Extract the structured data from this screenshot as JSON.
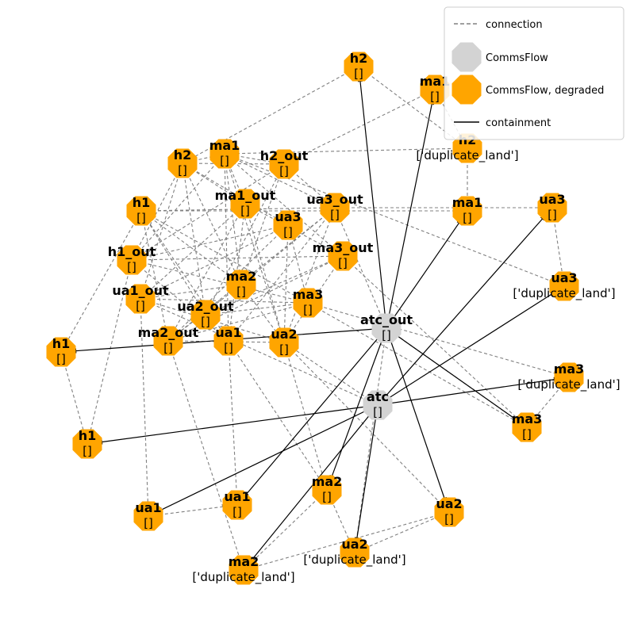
{
  "colors": {
    "normal": "#d3d3d3",
    "degraded": "#ffa500",
    "connection": "#808080",
    "containment": "#000000"
  },
  "legend": [
    {
      "kind": "dashed",
      "label": "connection"
    },
    {
      "kind": "normal",
      "label": "CommsFlow"
    },
    {
      "kind": "degraded",
      "label": "CommsFlow, degraded"
    },
    {
      "kind": "solid",
      "label": "containment"
    }
  ],
  "nodes": [
    {
      "id": "h2_top",
      "name": "h2",
      "sub": "[]",
      "status": "degraded"
    },
    {
      "id": "ma1_top",
      "name": "ma1",
      "sub": "[]",
      "status": "degraded"
    },
    {
      "id": "h2_dup",
      "name": "h2",
      "sub": "['duplicate_land']",
      "status": "degraded"
    },
    {
      "id": "h2_a",
      "name": "h2",
      "sub": "[]",
      "status": "degraded"
    },
    {
      "id": "ma1_a",
      "name": "ma1",
      "sub": "[]",
      "status": "degraded"
    },
    {
      "id": "h2_out",
      "name": "h2_out",
      "sub": "[]",
      "status": "degraded"
    },
    {
      "id": "h1_a",
      "name": "h1",
      "sub": "[]",
      "status": "degraded"
    },
    {
      "id": "ma1_out",
      "name": "ma1_out",
      "sub": "[]",
      "status": "degraded"
    },
    {
      "id": "ua3_out",
      "name": "ua3_out",
      "sub": "[]",
      "status": "degraded"
    },
    {
      "id": "ua3_a",
      "name": "ua3",
      "sub": "[]",
      "status": "degraded"
    },
    {
      "id": "ma1_r",
      "name": "ma1",
      "sub": "[]",
      "status": "degraded"
    },
    {
      "id": "ua3_r",
      "name": "ua3",
      "sub": "[]",
      "status": "degraded"
    },
    {
      "id": "h1_out",
      "name": "h1_out",
      "sub": "[]",
      "status": "degraded"
    },
    {
      "id": "ma3_out",
      "name": "ma3_out",
      "sub": "[]",
      "status": "degraded"
    },
    {
      "id": "ma2_a",
      "name": "ma2",
      "sub": "[]",
      "status": "degraded"
    },
    {
      "id": "ua3_dup",
      "name": "ua3",
      "sub": "['duplicate_land']",
      "status": "degraded"
    },
    {
      "id": "ua1_out",
      "name": "ua1_out",
      "sub": "[]",
      "status": "degraded"
    },
    {
      "id": "ma3_a",
      "name": "ma3",
      "sub": "[]",
      "status": "degraded"
    },
    {
      "id": "ua2_out",
      "name": "ua2_out",
      "sub": "[]",
      "status": "degraded"
    },
    {
      "id": "atc_out",
      "name": "atc_out",
      "sub": "[]",
      "status": "normal"
    },
    {
      "id": "ma2_out",
      "name": "ma2_out",
      "sub": "[]",
      "status": "degraded"
    },
    {
      "id": "ua1_a",
      "name": "ua1",
      "sub": "[]",
      "status": "degraded"
    },
    {
      "id": "ua2_a",
      "name": "ua2",
      "sub": "[]",
      "status": "degraded"
    },
    {
      "id": "h1_l",
      "name": "h1",
      "sub": "[]",
      "status": "degraded"
    },
    {
      "id": "ma3_dup",
      "name": "ma3",
      "sub": "['duplicate_land']",
      "status": "degraded"
    },
    {
      "id": "atc",
      "name": "atc",
      "sub": "[]",
      "status": "normal"
    },
    {
      "id": "ma3_r",
      "name": "ma3",
      "sub": "[]",
      "status": "degraded"
    },
    {
      "id": "h1_b",
      "name": "h1",
      "sub": "[]",
      "status": "degraded"
    },
    {
      "id": "ma2_b",
      "name": "ma2",
      "sub": "[]",
      "status": "degraded"
    },
    {
      "id": "ua1_b",
      "name": "ua1",
      "sub": "[]",
      "status": "degraded"
    },
    {
      "id": "ua1_c",
      "name": "ua1",
      "sub": "[]",
      "status": "degraded"
    },
    {
      "id": "ua2_b",
      "name": "ua2",
      "sub": "[]",
      "status": "degraded"
    },
    {
      "id": "ua2_dup",
      "name": "ua2",
      "sub": "['duplicate_land']",
      "status": "degraded"
    },
    {
      "id": "ma2_dup",
      "name": "ma2",
      "sub": "['duplicate_land']",
      "status": "degraded"
    }
  ],
  "edges": {
    "containment": [
      [
        "atc_out",
        "h2_top"
      ],
      [
        "atc_out",
        "ma1_top"
      ],
      [
        "atc_out",
        "ma1_r"
      ],
      [
        "atc_out",
        "h1_l"
      ],
      [
        "atc_out",
        "ma3_r"
      ],
      [
        "atc_out",
        "ua1_c"
      ],
      [
        "atc_out",
        "ma2_b"
      ],
      [
        "atc_out",
        "ua2_b"
      ],
      [
        "atc",
        "ua3_r"
      ],
      [
        "atc",
        "ua3_dup"
      ],
      [
        "atc",
        "ma3_dup"
      ],
      [
        "atc",
        "h1_b"
      ],
      [
        "atc",
        "ua1_b"
      ],
      [
        "atc",
        "ua2_dup"
      ],
      [
        "atc",
        "ma2_dup"
      ]
    ],
    "connection": [
      [
        "h2_top",
        "h2_dup"
      ],
      [
        "h2_top",
        "h2_a"
      ],
      [
        "ma1_top",
        "h2_dup"
      ],
      [
        "ma1_top",
        "h2_out"
      ],
      [
        "h2_dup",
        "ma1_r"
      ],
      [
        "h2_dup",
        "ma1_a"
      ],
      [
        "h2_a",
        "ma1_a"
      ],
      [
        "h2_a",
        "h2_out"
      ],
      [
        "h2_a",
        "ma1_out"
      ],
      [
        "h2_a",
        "ua3_a"
      ],
      [
        "h2_a",
        "h1_out"
      ],
      [
        "h2_a",
        "ma2_a"
      ],
      [
        "h2_a",
        "ua2_out"
      ],
      [
        "ma1_a",
        "h2_out"
      ],
      [
        "ma1_a",
        "ma1_out"
      ],
      [
        "ma1_a",
        "ua3_out"
      ],
      [
        "ma1_a",
        "ma3_out"
      ],
      [
        "ma1_a",
        "ma2_a"
      ],
      [
        "ma1_a",
        "ua1_a"
      ],
      [
        "ma1_a",
        "ua2_a"
      ],
      [
        "ma1_a",
        "ua3_dup"
      ],
      [
        "h2_out",
        "ma2_a"
      ],
      [
        "h2_out",
        "ua2_out"
      ],
      [
        "h2_out",
        "ua3_out"
      ],
      [
        "h1_a",
        "ua3_out"
      ],
      [
        "h1_a",
        "ma1_r"
      ],
      [
        "h1_a",
        "ma2_a"
      ],
      [
        "h1_a",
        "ua2_out"
      ],
      [
        "h1_a",
        "ma2_out"
      ],
      [
        "h1_a",
        "ua1_a"
      ],
      [
        "h1_a",
        "h1_l"
      ],
      [
        "h1_a",
        "ma3_a"
      ],
      [
        "ma1_out",
        "ma3_out"
      ],
      [
        "ma1_out",
        "ua2_a"
      ],
      [
        "ma1_out",
        "ma2_out"
      ],
      [
        "ma1_out",
        "ua1_out"
      ],
      [
        "ua3_out",
        "ua3_r"
      ],
      [
        "ua3_out",
        "ma2_a"
      ],
      [
        "ua3_out",
        "ma2_out"
      ],
      [
        "ua3_out",
        "ua1_a"
      ],
      [
        "ua3_a",
        "h1_out"
      ],
      [
        "ua3_a",
        "ua1_out"
      ],
      [
        "ua3_a",
        "ma2_out"
      ],
      [
        "ua3_a",
        "ua2_a"
      ],
      [
        "ua3_r",
        "ua3_dup"
      ],
      [
        "h1_out",
        "ma3_a"
      ],
      [
        "h1_out",
        "ua1_a"
      ],
      [
        "h1_out",
        "h1_b"
      ],
      [
        "h1_out",
        "ma3_out"
      ],
      [
        "ma3_out",
        "ua2_a"
      ],
      [
        "ma3_out",
        "ua2_out"
      ],
      [
        "ma3_out",
        "ma2_out"
      ],
      [
        "ma3_out",
        "ma3_r"
      ],
      [
        "ma2_a",
        "ua1_out"
      ],
      [
        "ma2_a",
        "ua2_a"
      ],
      [
        "ma2_a",
        "ma2_out"
      ],
      [
        "ua1_out",
        "ua2_a"
      ],
      [
        "ua1_out",
        "ua1_b"
      ],
      [
        "ua1_out",
        "ma3_a"
      ],
      [
        "ma3_a",
        "ua2_out"
      ],
      [
        "ma3_a",
        "ma2_out"
      ],
      [
        "ma3_a",
        "ma3_dup"
      ],
      [
        "ma3_a",
        "ma3_r"
      ],
      [
        "ma2_out",
        "ma2_dup"
      ],
      [
        "ma2_out",
        "ua2_a"
      ],
      [
        "ua1_a",
        "ua1_c"
      ],
      [
        "ua1_a",
        "ma2_b"
      ],
      [
        "ua1_a",
        "ma1_out"
      ],
      [
        "ua2_a",
        "ma2_b"
      ],
      [
        "ua2_a",
        "ua2_b"
      ],
      [
        "ua2_a",
        "ua3_out"
      ],
      [
        "h1_l",
        "h1_b"
      ],
      [
        "ma3_dup",
        "ma3_r"
      ],
      [
        "ua1_b",
        "ua1_c"
      ],
      [
        "ma2_b",
        "ma2_dup"
      ],
      [
        "ma2_b",
        "ua2_dup"
      ],
      [
        "ua2_b",
        "ua2_dup"
      ],
      [
        "ua2_b",
        "ma2_dup"
      ],
      [
        "atc_out",
        "ua2_dup"
      ],
      [
        "atc_out",
        "ma3_r"
      ],
      [
        "atc",
        "ua2_a"
      ],
      [
        "atc",
        "ua1_out"
      ],
      [
        "atc_out",
        "ua3_out"
      ],
      [
        "h2_out",
        "h1_out"
      ],
      [
        "ma1_a",
        "h1_out"
      ],
      [
        "h2_a",
        "ua1_out"
      ],
      [
        "ua3_a",
        "ma3_a"
      ]
    ]
  }
}
